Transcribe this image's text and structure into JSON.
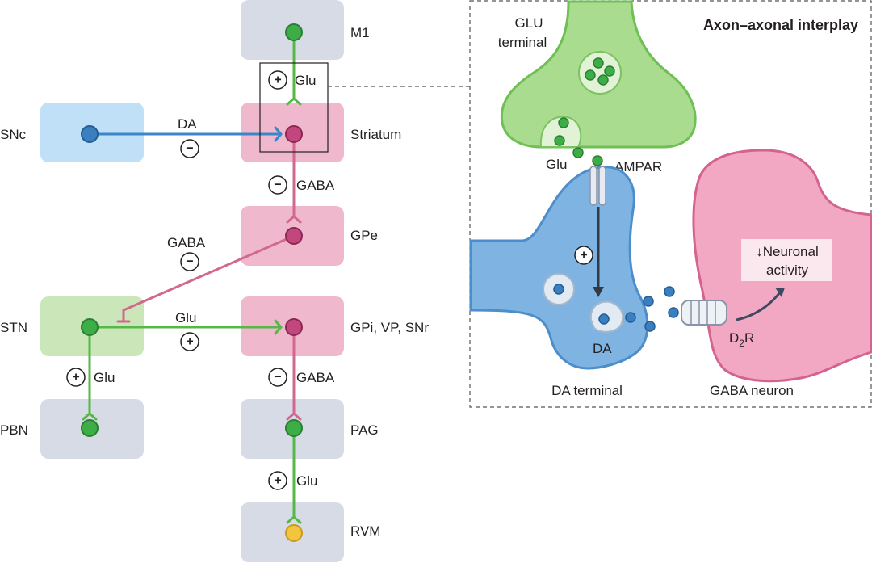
{
  "colors": {
    "grey_box": "#d7dbe5",
    "pink_box": "#efb8cc",
    "blue_box": "#bfe0f6",
    "green_box": "#cbe6b8",
    "green_line": "#55b847",
    "pink_line": "#d1688f",
    "blue_line": "#3a86c8",
    "dopamine": "#3a7fc0",
    "glutamate": "#3cae45",
    "gaba_neuron": "#e3739a",
    "rvm_node": "#f2c53d"
  },
  "regions": {
    "m1": "M1",
    "snc": "SNc",
    "striatum": "Striatum",
    "gpe": "GPe",
    "stn": "STN",
    "gpi": "GPi, VP, SNr",
    "pbn": "PBN",
    "pag": "PAG",
    "rvm": "RVM"
  },
  "connections": {
    "m1_striatum": {
      "sign": "+",
      "label": "Glu"
    },
    "snc_striatum": {
      "sign": "−",
      "label": "DA"
    },
    "striatum_gpe": {
      "sign": "−",
      "label": "GABA"
    },
    "gpe_stn": {
      "sign": "−",
      "label": "GABA"
    },
    "stn_gpi": {
      "sign": "+",
      "label": "Glu"
    },
    "stn_pbn": {
      "sign": "+",
      "label": "Glu"
    },
    "gpi_pag": {
      "sign": "−",
      "label": "GABA"
    },
    "pag_rvm": {
      "sign": "+",
      "label": "Glu"
    }
  },
  "inset": {
    "title": "Axon–axonal interplay",
    "glu_terminal_line1": "GLU",
    "glu_terminal_line2": "terminal",
    "glu_label": "Glu",
    "ampar_label": "AMPAR",
    "plus_sign": "+",
    "da_label": "DA",
    "da_terminal": "DA terminal",
    "gaba_neuron": "GABA neuron",
    "d2r_main": "D",
    "d2r_sub": "2",
    "d2r_end": "R",
    "activity_line1": "↓Neuronal",
    "activity_line2": "activity"
  }
}
